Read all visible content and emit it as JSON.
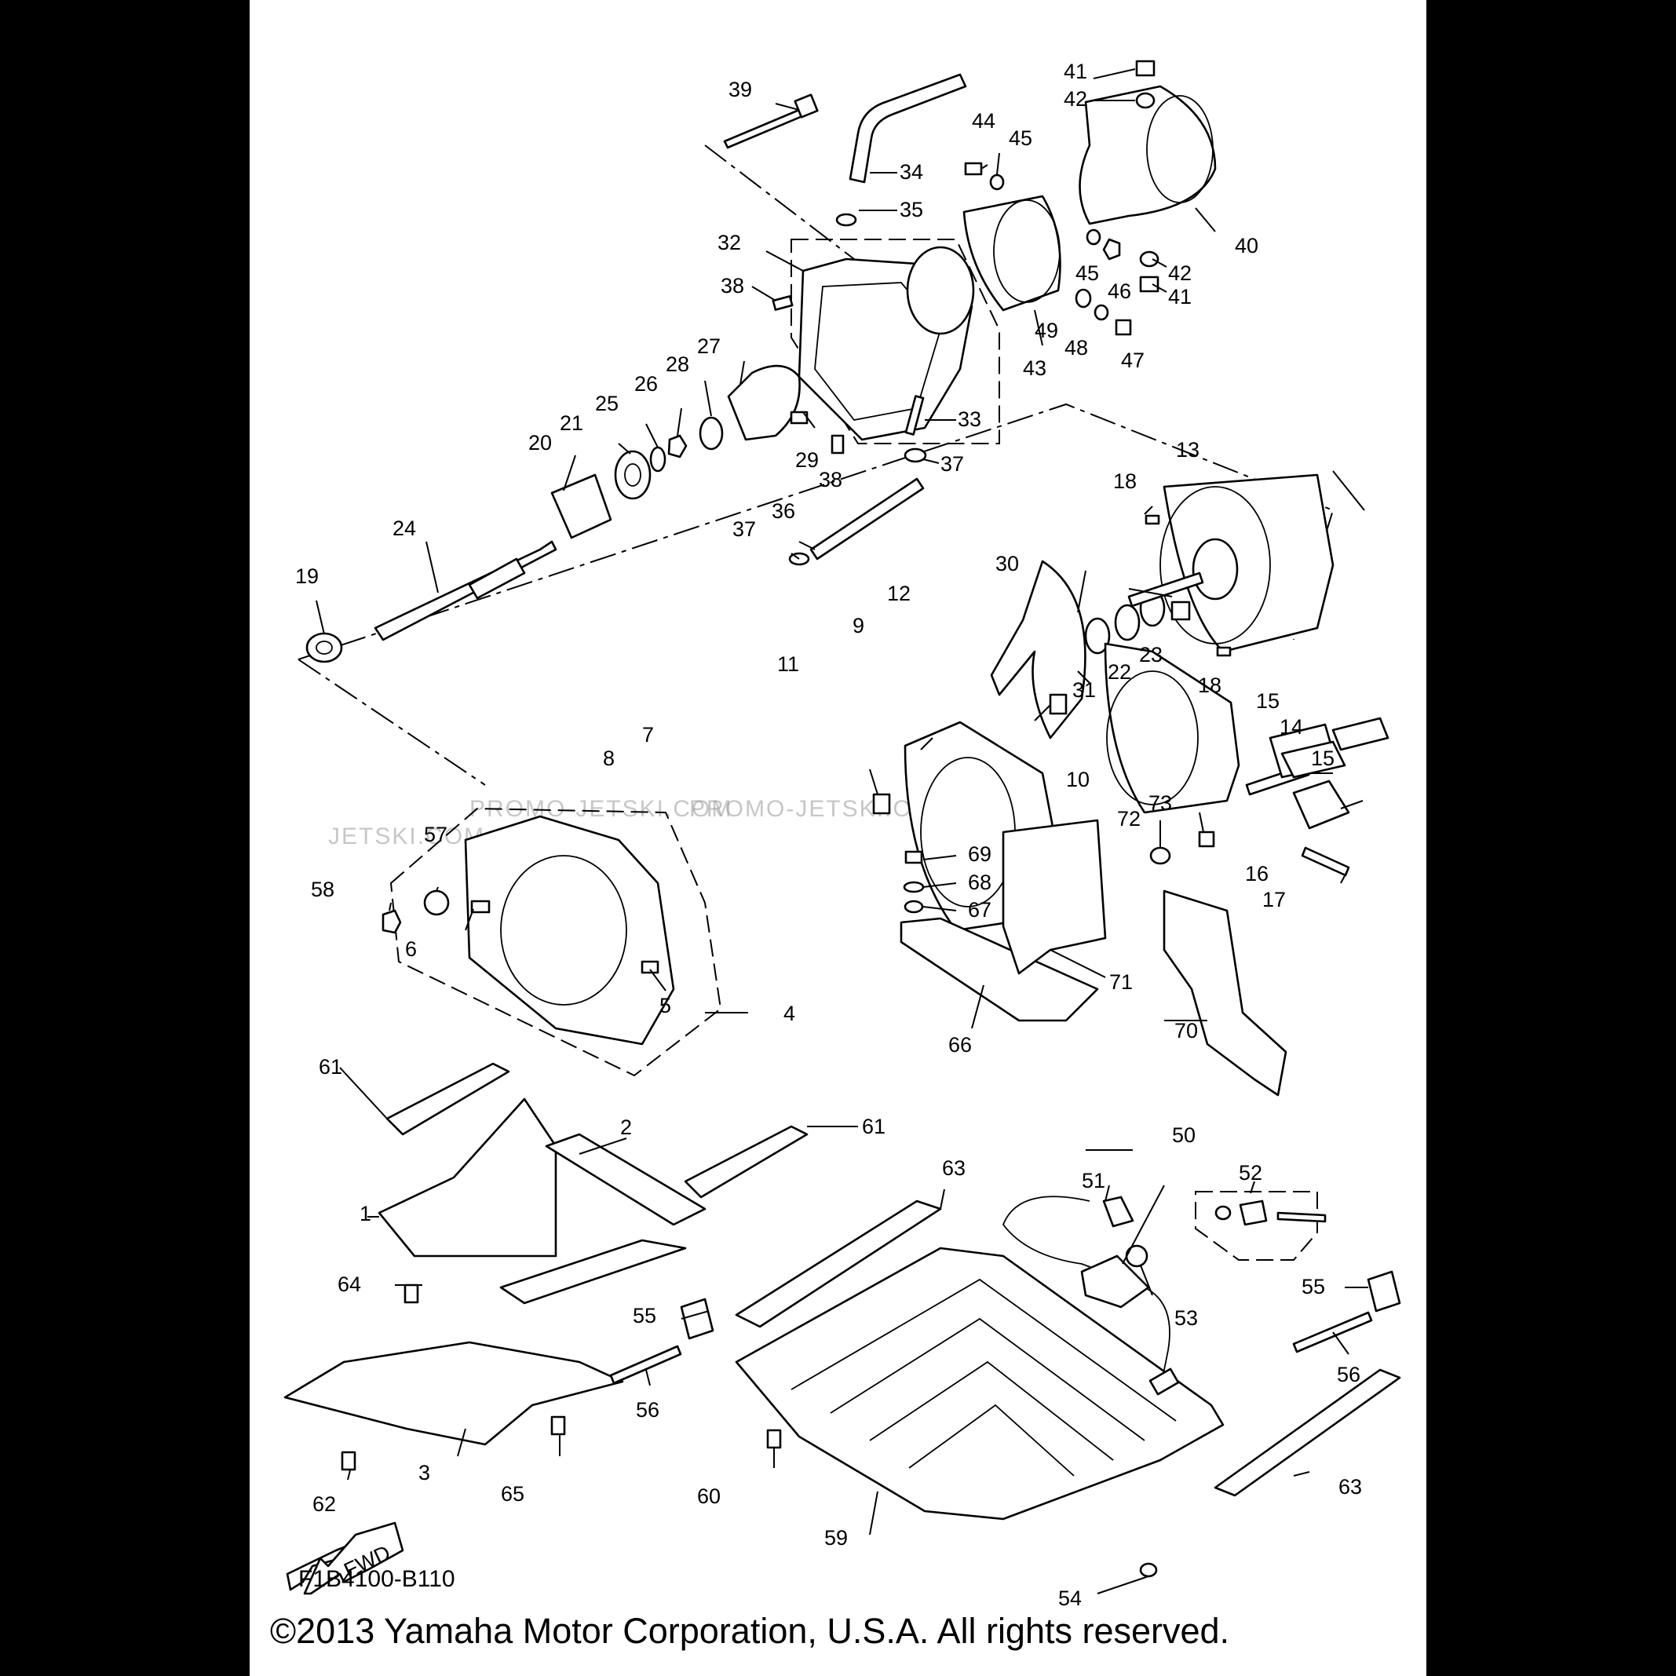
{
  "diagram": {
    "code": "F1B4100-B110",
    "copyright": "©2013 Yamaha Motor Corporation, U.S.A. All rights reserved.",
    "watermarks": [
      "JETSKI.COM",
      "PROMO-JETSKI.COM",
      "PROMO-JETSKI.COM"
    ],
    "fwd_label": "FWD",
    "callouts": [
      {
        "id": "1",
        "label": "1"
      },
      {
        "id": "2",
        "label": "2"
      },
      {
        "id": "3",
        "label": "3"
      },
      {
        "id": "4",
        "label": "4"
      },
      {
        "id": "5",
        "label": "5"
      },
      {
        "id": "6",
        "label": "6"
      },
      {
        "id": "7",
        "label": "7"
      },
      {
        "id": "8",
        "label": "8"
      },
      {
        "id": "9",
        "label": "9"
      },
      {
        "id": "10",
        "label": "10"
      },
      {
        "id": "11",
        "label": "11"
      },
      {
        "id": "12",
        "label": "12"
      },
      {
        "id": "13",
        "label": "13"
      },
      {
        "id": "14",
        "label": "14"
      },
      {
        "id": "15a",
        "label": "15"
      },
      {
        "id": "15b",
        "label": "15"
      },
      {
        "id": "16",
        "label": "16"
      },
      {
        "id": "17",
        "label": "17"
      },
      {
        "id": "18a",
        "label": "18"
      },
      {
        "id": "18b",
        "label": "18"
      },
      {
        "id": "19",
        "label": "19"
      },
      {
        "id": "20",
        "label": "20"
      },
      {
        "id": "21",
        "label": "21"
      },
      {
        "id": "22",
        "label": "22"
      },
      {
        "id": "23",
        "label": "23"
      },
      {
        "id": "24",
        "label": "24"
      },
      {
        "id": "25",
        "label": "25"
      },
      {
        "id": "26",
        "label": "26"
      },
      {
        "id": "27",
        "label": "27"
      },
      {
        "id": "28",
        "label": "28"
      },
      {
        "id": "29",
        "label": "29"
      },
      {
        "id": "30",
        "label": "30"
      },
      {
        "id": "31",
        "label": "31"
      },
      {
        "id": "32",
        "label": "32"
      },
      {
        "id": "33",
        "label": "33"
      },
      {
        "id": "34",
        "label": "34"
      },
      {
        "id": "35",
        "label": "35"
      },
      {
        "id": "36",
        "label": "36"
      },
      {
        "id": "37a",
        "label": "37"
      },
      {
        "id": "37b",
        "label": "37"
      },
      {
        "id": "38a",
        "label": "38"
      },
      {
        "id": "38b",
        "label": "38"
      },
      {
        "id": "39",
        "label": "39"
      },
      {
        "id": "40",
        "label": "40"
      },
      {
        "id": "41a",
        "label": "41"
      },
      {
        "id": "41b",
        "label": "41"
      },
      {
        "id": "42a",
        "label": "42"
      },
      {
        "id": "42b",
        "label": "42"
      },
      {
        "id": "43",
        "label": "43"
      },
      {
        "id": "44",
        "label": "44"
      },
      {
        "id": "45a",
        "label": "45"
      },
      {
        "id": "45b",
        "label": "45"
      },
      {
        "id": "46",
        "label": "46"
      },
      {
        "id": "47",
        "label": "47"
      },
      {
        "id": "48",
        "label": "48"
      },
      {
        "id": "49",
        "label": "49"
      },
      {
        "id": "50",
        "label": "50"
      },
      {
        "id": "51",
        "label": "51"
      },
      {
        "id": "52",
        "label": "52"
      },
      {
        "id": "53",
        "label": "53"
      },
      {
        "id": "54",
        "label": "54"
      },
      {
        "id": "55a",
        "label": "55"
      },
      {
        "id": "55b",
        "label": "55"
      },
      {
        "id": "56a",
        "label": "56"
      },
      {
        "id": "56b",
        "label": "56"
      },
      {
        "id": "57",
        "label": "57"
      },
      {
        "id": "58",
        "label": "58"
      },
      {
        "id": "59",
        "label": "59"
      },
      {
        "id": "60",
        "label": "60"
      },
      {
        "id": "61a",
        "label": "61"
      },
      {
        "id": "61b",
        "label": "61"
      },
      {
        "id": "62",
        "label": "62"
      },
      {
        "id": "63a",
        "label": "63"
      },
      {
        "id": "63b",
        "label": "63"
      },
      {
        "id": "64",
        "label": "64"
      },
      {
        "id": "65",
        "label": "65"
      },
      {
        "id": "66",
        "label": "66"
      },
      {
        "id": "67",
        "label": "67"
      },
      {
        "id": "68",
        "label": "68"
      },
      {
        "id": "69",
        "label": "69"
      },
      {
        "id": "70",
        "label": "70"
      },
      {
        "id": "71",
        "label": "71"
      },
      {
        "id": "72",
        "label": "72"
      },
      {
        "id": "73",
        "label": "73"
      }
    ]
  }
}
